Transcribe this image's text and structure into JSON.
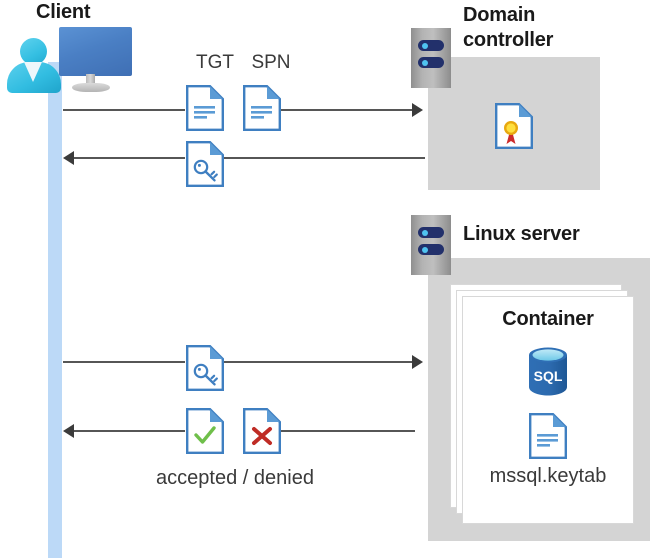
{
  "diagram": {
    "title": "Kerberos authentication flow between client, domain controller and Linux server container",
    "nodes": {
      "client": {
        "label": "Client",
        "icon": "user-computer-icon"
      },
      "domain_controller": {
        "label": "Domain\ncontroller",
        "icon": "server-rack-icon",
        "content_icon": "certificate-document-icon"
      },
      "linux_server": {
        "label": "Linux server",
        "icon": "server-rack-icon"
      },
      "container": {
        "label": "Container",
        "icons": [
          "sql-database-icon",
          "keytab-document-icon"
        ],
        "file_label": "mssql.keytab"
      }
    },
    "flows": [
      {
        "id": "request",
        "direction": "right",
        "labels": [
          "TGT",
          "SPN"
        ],
        "icons": [
          "tgt-document-icon",
          "spn-document-icon"
        ]
      },
      {
        "id": "ticket-issued",
        "direction": "left",
        "labels": [],
        "icons": [
          "key-document-icon"
        ]
      },
      {
        "id": "ticket-presented",
        "direction": "right",
        "labels": [],
        "icons": [
          "key-document-icon"
        ]
      },
      {
        "id": "result",
        "direction": "left",
        "labels": [
          "accepted / denied"
        ],
        "icons": [
          "accepted-document-icon",
          "denied-document-icon"
        ]
      }
    ],
    "labels": {
      "tgt": "TGT",
      "spn": "SPN",
      "accepted_denied": "accepted / denied"
    },
    "colors": {
      "lifeline": "#bcd9f7",
      "panel": "#d4d4d4",
      "doc_blue": "#3f7fc1",
      "doc_fold": "#5b9bd5",
      "accent_cyan": "#34bfe2",
      "check_green": "#6fbf4a",
      "cross_red": "#c0392b",
      "cert_gold": "#f5c518",
      "cert_red": "#cc2b2b",
      "sql_blue": "#2f6fb5",
      "line": "#565656"
    }
  }
}
